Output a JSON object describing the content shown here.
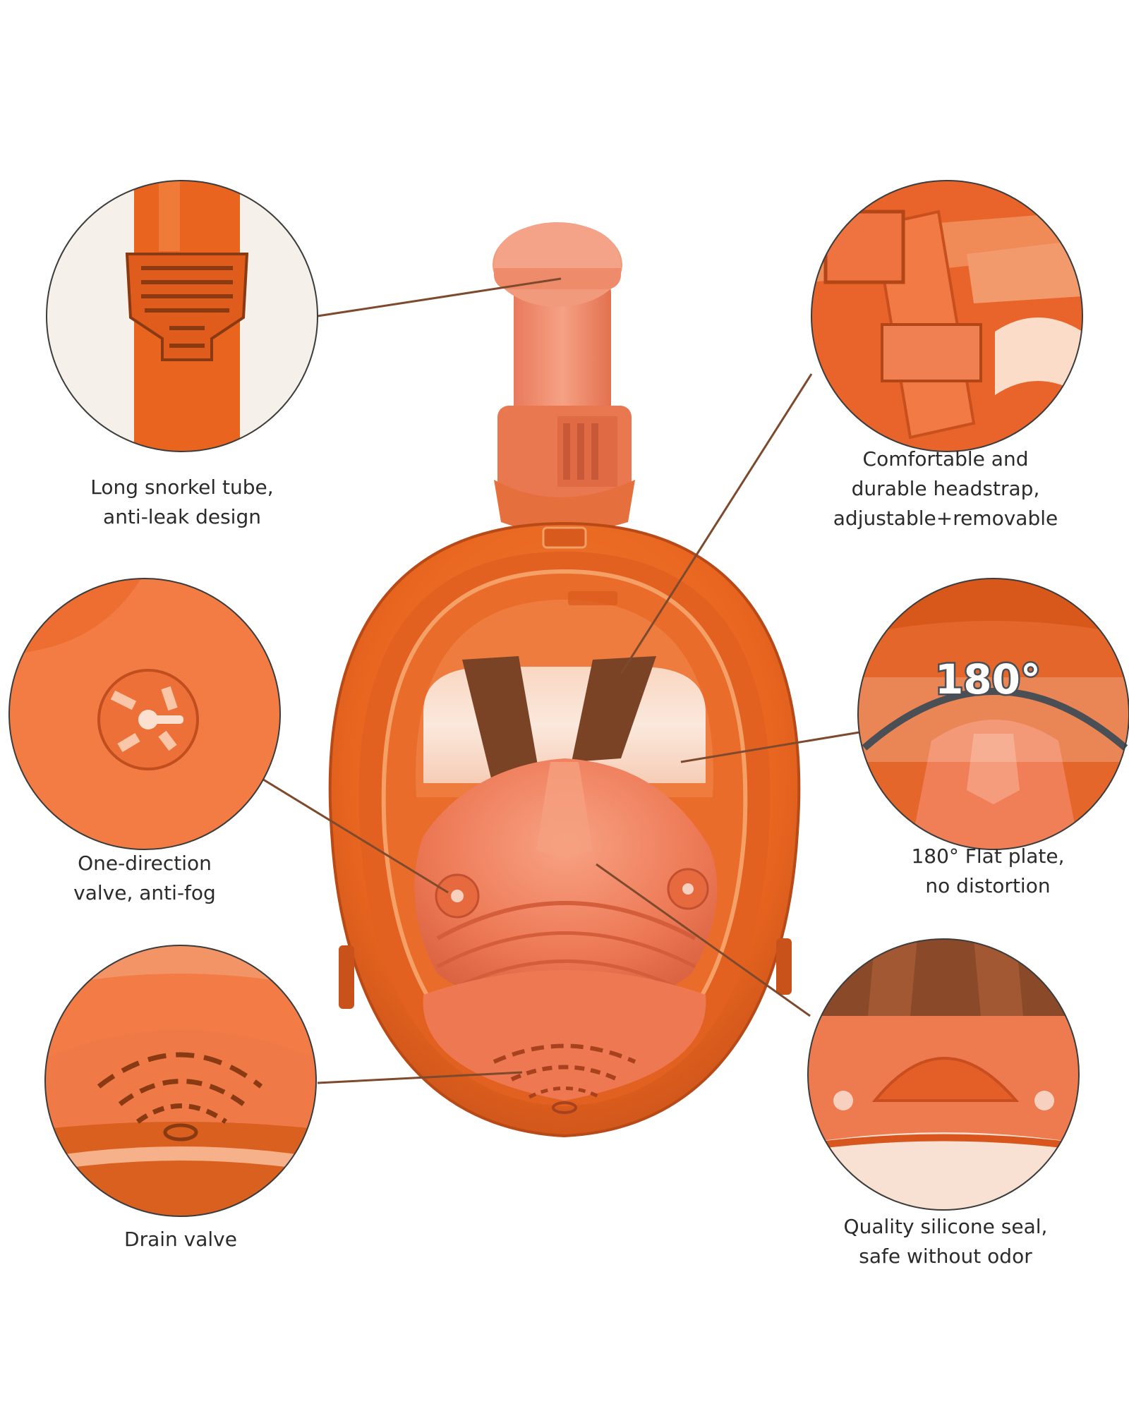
{
  "colors": {
    "mask_orange": "#ec6a24",
    "mask_orange_dark": "#c4521a",
    "silicone_pink": "#f07c5a",
    "strap_brown": "#7a4326",
    "leader_line": "#7d4a2e",
    "arc_gray": "#4a4f55",
    "circle_border": "#3c3c3c"
  },
  "features": {
    "snorkel": {
      "line1": "Long snorkel tube,",
      "line2": "anti-leak design",
      "icon": "snorkel-top-closeup"
    },
    "headstrap": {
      "line1": "Comfortable and",
      "line2": "durable headstrap,",
      "line3": "adjustable+removable",
      "icon": "headstrap-closeup"
    },
    "valve": {
      "line1": "One-direction",
      "line2": "valve, anti-fog",
      "icon": "valve-closeup"
    },
    "flat_plate": {
      "badge": "180°",
      "line1": "180° Flat plate,",
      "line2": "no distortion",
      "icon": "flat-plate-closeup"
    },
    "drain": {
      "line1": "Drain valve",
      "icon": "drain-valve-closeup"
    },
    "seal": {
      "line1": "Quality silicone seal,",
      "line2": "safe without odor",
      "icon": "silicone-seal-closeup"
    }
  }
}
